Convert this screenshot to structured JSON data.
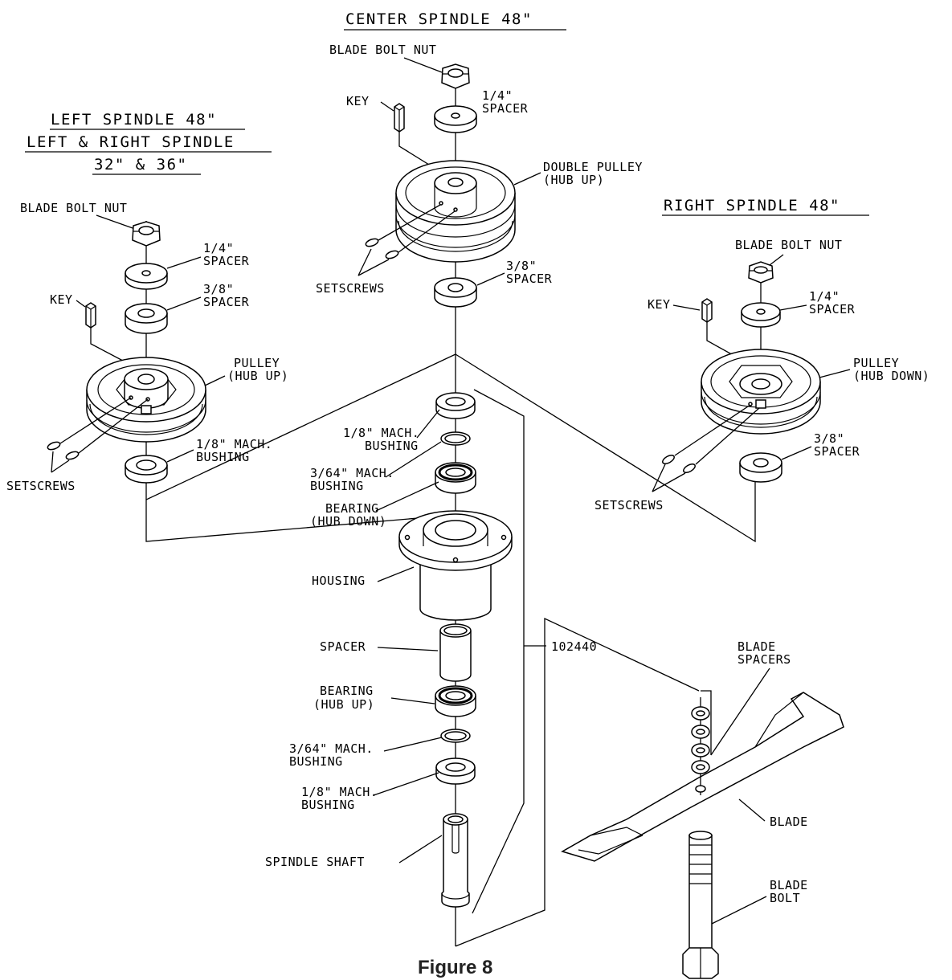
{
  "titles": {
    "center": "CENTER SPINDLE 48\"",
    "left_line1": "LEFT SPINDLE 48\"",
    "left_line2": "LEFT & RIGHT SPINDLE",
    "left_line3": "32\" & 36\"",
    "right": "RIGHT SPINDLE 48\""
  },
  "center": {
    "blade_bolt_nut": "BLADE BOLT NUT",
    "key": "KEY",
    "spacer_14_a": "1/4\"",
    "spacer_14_b": "SPACER",
    "double_pulley_a": "DOUBLE PULLEY",
    "double_pulley_b": "(HUB UP)",
    "spacer_38_a": "3/8\"",
    "spacer_38_b": "SPACER",
    "setscrews": "SETSCREWS",
    "bushing_18_top_a": "1/8\" MACH.",
    "bushing_18_top_b": "BUSHING",
    "bushing_364_top_a": "3/64\" MACH.",
    "bushing_364_top_b": "BUSHING",
    "bearing_down_a": "BEARING",
    "bearing_down_b": "(HUB DOWN)",
    "housing": "HOUSING",
    "spacer": "SPACER",
    "assembly_number": "102440",
    "bearing_up_a": "BEARING",
    "bearing_up_b": "(HUB UP)",
    "bushing_364_bot_a": "3/64\" MACH.",
    "bushing_364_bot_b": "BUSHING",
    "bushing_18_bot_a": "1/8\" MACH.",
    "bushing_18_bot_b": "BUSHING",
    "spindle_shaft": "SPINDLE SHAFT"
  },
  "left": {
    "blade_bolt_nut": "BLADE BOLT NUT",
    "spacer_14_a": "1/4\"",
    "spacer_14_b": "SPACER",
    "spacer_38_a": "3/8\"",
    "spacer_38_b": "SPACER",
    "key": "KEY",
    "pulley_a": "PULLEY",
    "pulley_b": "(HUB UP)",
    "bushing_a": "1/8\" MACH.",
    "bushing_b": "BUSHING",
    "setscrews": "SETSCREWS"
  },
  "right": {
    "blade_bolt_nut": "BLADE BOLT NUT",
    "key": "KEY",
    "spacer_14_a": "1/4\"",
    "spacer_14_b": "SPACER",
    "pulley_a": "PULLEY",
    "pulley_b": "(HUB DOWN)",
    "spacer_38_a": "3/8\"",
    "spacer_38_b": "SPACER",
    "setscrews": "SETSCREWS"
  },
  "blade": {
    "spacers_a": "BLADE",
    "spacers_b": "SPACERS",
    "blade": "BLADE",
    "bolt_a": "BLADE",
    "bolt_b": "BOLT"
  },
  "caption": "Figure 8"
}
